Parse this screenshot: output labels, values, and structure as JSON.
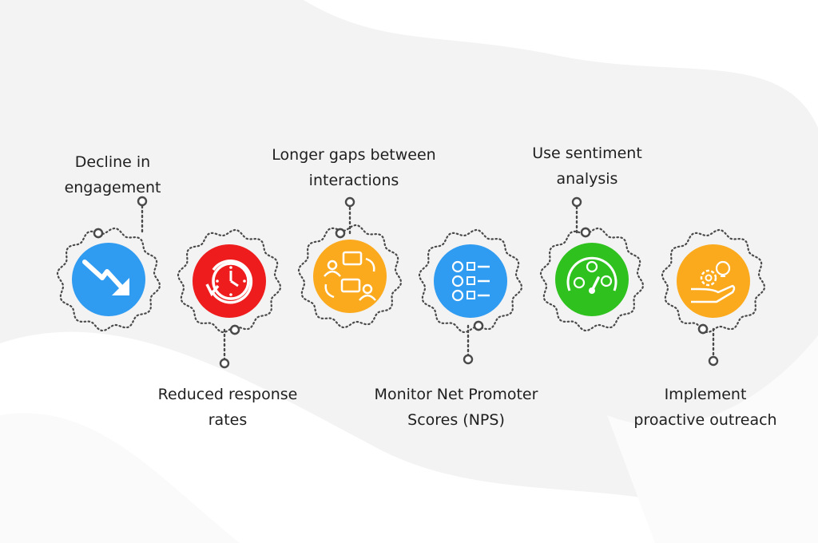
{
  "colors": {
    "step_1": "#2f9bf1",
    "step_2": "#ee1c1c",
    "step_3": "#fbaa1e",
    "step_4": "#2f9bf1",
    "step_5": "#2fc21f",
    "step_6": "#fbaa1e",
    "connector": "#4a4a4a",
    "background": "#f3f3f3"
  },
  "steps": [
    {
      "label": "Decline in\nengagement",
      "icon": "trend-down-arrow-icon"
    },
    {
      "label": "Reduced response\nrates",
      "icon": "clock-refresh-icon"
    },
    {
      "label": "Longer gaps between\ninteractions",
      "icon": "chat-exchange-icon"
    },
    {
      "label": "Monitor Net Promoter\nScores (NPS)",
      "icon": "survey-checklist-icon"
    },
    {
      "label": "Use sentiment\nanalysis",
      "icon": "sentiment-gauge-icon"
    },
    {
      "label": "Implement\nproactive outreach",
      "icon": "hand-lightbulb-gear-icon"
    }
  ]
}
